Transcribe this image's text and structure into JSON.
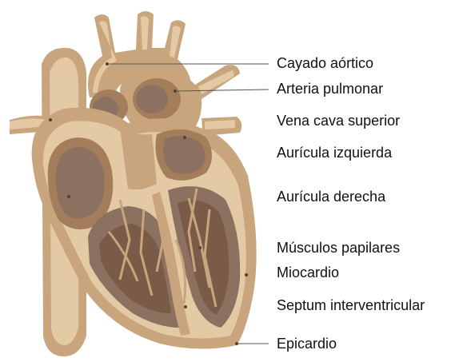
{
  "labels": {
    "cayado": "Cayado aórtico",
    "pulmonar": "Arteria pulmonar",
    "vena_cava": "Vena cava superior",
    "auricula_izq": "Aurícula izquierda",
    "auricula_der": "Aurícula derecha",
    "musculos": "Músculos papilares",
    "miocardio": "Miocardio",
    "septum": "Septum interventricular",
    "epicardio": "Epicardio"
  },
  "colors": {
    "outer_tan": "#c9a57e",
    "light_tan": "#e3c9a4",
    "mid_brown": "#a47e5a",
    "dark_brown": "#6b4a33",
    "chamber": "#8c7060",
    "leader_line": "#555555"
  }
}
